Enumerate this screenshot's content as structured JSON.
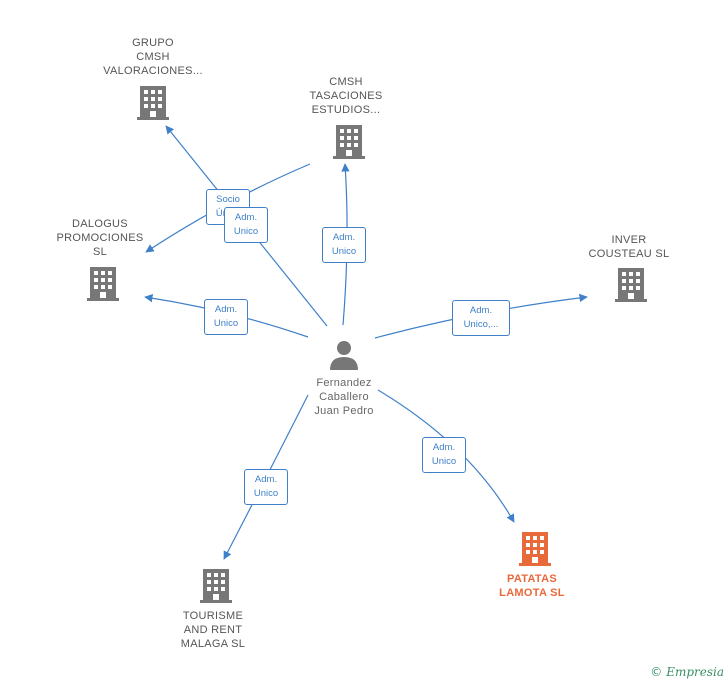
{
  "colors": {
    "edge": "#3f80c9",
    "node": "#777777",
    "highlight": "#e8693a"
  },
  "nodes": {
    "grupo_cmsh": {
      "label": "GRUPO\nCMSH\nVALORACIONES...",
      "icon": "building-icon"
    },
    "cmsh_tasaciones": {
      "label": "CMSH\nTASACIONES\nESTUDIOS...",
      "icon": "building-icon"
    },
    "dalogus": {
      "label": "DALOGUS\nPROMOCIONES\nSL",
      "icon": "building-icon"
    },
    "inver_cousteau": {
      "label": "INVER\nCOUSTEAU  SL",
      "icon": "building-icon"
    },
    "person": {
      "label": "Fernandez\nCaballero\nJuan Pedro",
      "icon": "person-icon"
    },
    "tourisme": {
      "label": "TOURISME\nAND RENT\nMALAGA  SL",
      "icon": "building-icon"
    },
    "patatas": {
      "label": "PATATAS\nLAMOTA  SL",
      "icon": "building-icon"
    }
  },
  "edges": {
    "socio": {
      "label": "Socio\nÚnico"
    },
    "adm_grupo": {
      "label": "Adm.\nUnico"
    },
    "adm_cmsh": {
      "label": "Adm.\nUnico"
    },
    "adm_dalogus": {
      "label": "Adm.\nUnico"
    },
    "adm_inver": {
      "label": "Adm.\nUnico,..."
    },
    "adm_patatas": {
      "label": "Adm.\nUnico"
    },
    "adm_tourisme": {
      "label": "Adm.\nUnico"
    }
  },
  "brand": {
    "copyright": "©",
    "name": "Empresia"
  }
}
